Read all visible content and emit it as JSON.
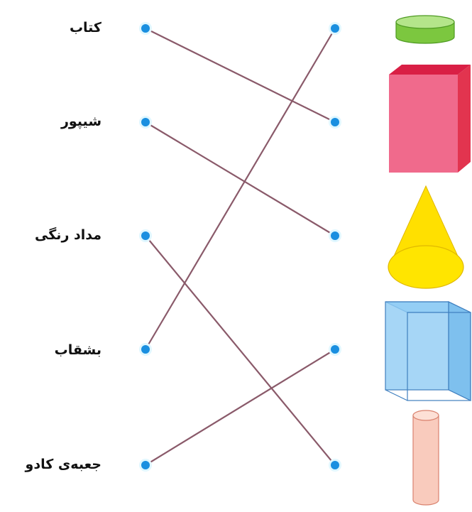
{
  "words": [
    {
      "id": "book",
      "label": "کتاب"
    },
    {
      "id": "trumpet",
      "label": "شیپور"
    },
    {
      "id": "crayon",
      "label": "مداد رنگی"
    },
    {
      "id": "plate",
      "label": "بشقاب"
    },
    {
      "id": "giftbox",
      "label": "جعبه‌ی کادو"
    }
  ],
  "shapes": [
    {
      "id": "cylinder-flat",
      "name": "flat-cylinder",
      "color": "#8fd14f"
    },
    {
      "id": "cuboid",
      "name": "rectangular-prism",
      "color": "#ee5d7f"
    },
    {
      "id": "cone",
      "name": "cone",
      "color": "#ffe100"
    },
    {
      "id": "cube",
      "name": "cube",
      "color": "#8ec9f2"
    },
    {
      "id": "cylinder-tall",
      "name": "tall-cylinder",
      "color": "#f8c8b8"
    }
  ],
  "connections": [
    {
      "word": "book",
      "shape": "cuboid"
    },
    {
      "word": "trumpet",
      "shape": "cone"
    },
    {
      "word": "crayon",
      "shape": "cylinder-tall"
    },
    {
      "word": "plate",
      "shape": "cylinder-flat"
    },
    {
      "word": "giftbox",
      "shape": "cube"
    }
  ],
  "colors": {
    "dot": "#1a8fe0",
    "line": "#8a5a6a",
    "text": "#111111"
  }
}
